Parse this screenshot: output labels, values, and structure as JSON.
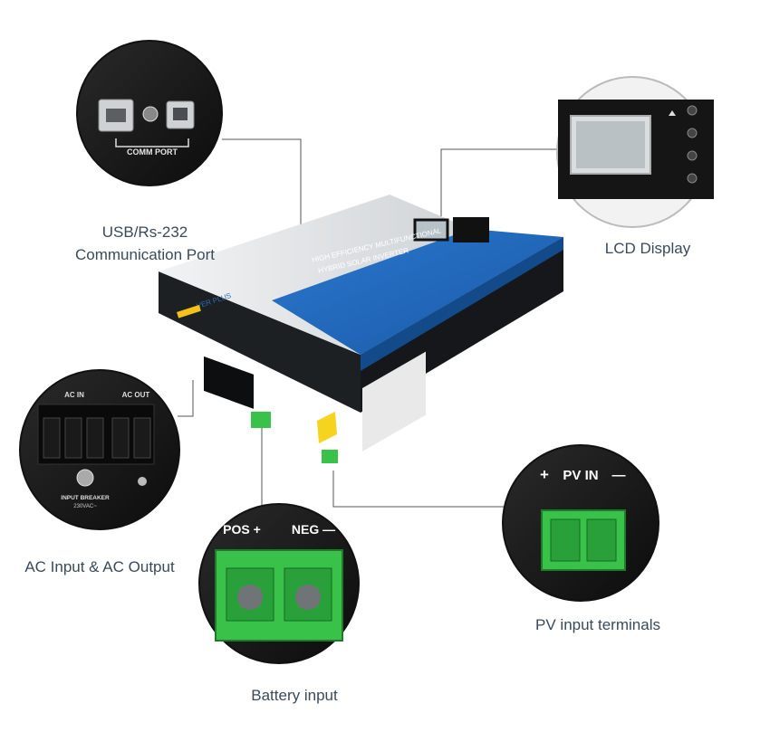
{
  "captions": {
    "usb_line1": "USB/Rs-232",
    "usb_line2": "Communication Port",
    "lcd": "LCD Display",
    "ac": "AC Input & AC Output",
    "pv": "PV input terminals",
    "battery": "Battery input"
  },
  "comm_port": {
    "label": "COMM PORT"
  },
  "ac_panel": {
    "ac_in": "AC IN",
    "ac_out": "AC OUT",
    "breaker_line1": "INPUT BREAKER",
    "breaker_line2": "230VAC~"
  },
  "pv_panel": {
    "plus": "+",
    "label": "PV IN",
    "minus": "—"
  },
  "battery_panel": {
    "pos": "POS +",
    "neg": "NEG —"
  },
  "device": {
    "front_line1": "HIGH EFFICIENCY MULTIFUNCTIONAL",
    "front_line2": "HYBRID SOLAR INVERTER",
    "brand_tag": "VER PLUS"
  },
  "colors": {
    "panel_blue": "#1b5fae",
    "panel_silver": "#e6e8ea",
    "terminal_green": "#39c24a",
    "caption_gray": "#3a4a5a"
  }
}
